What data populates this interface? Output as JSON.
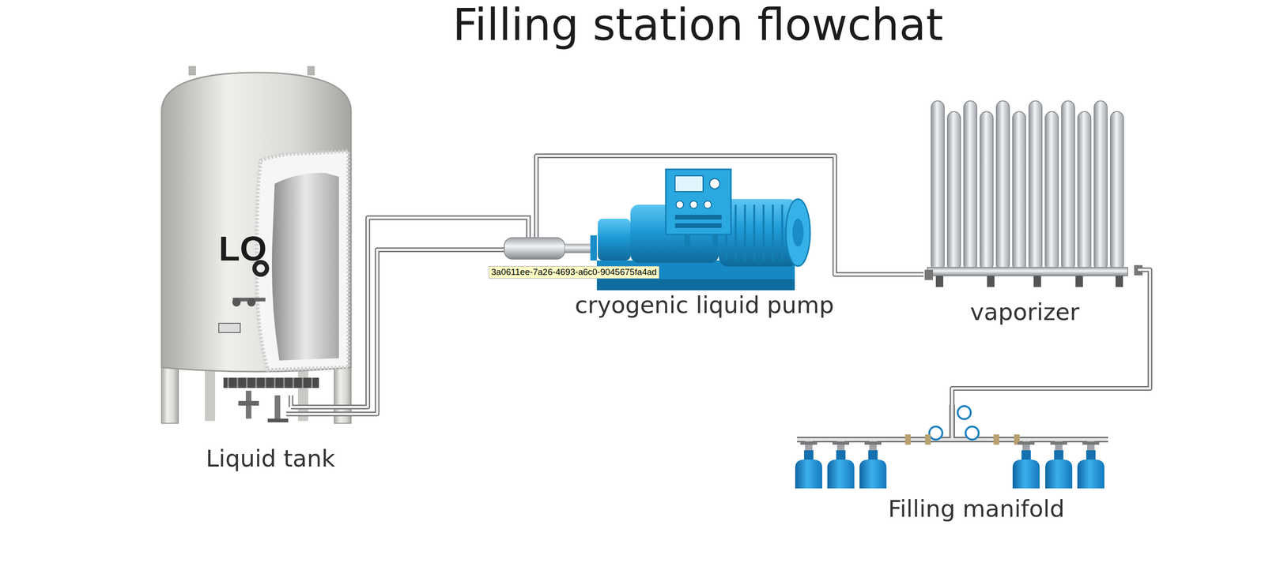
{
  "diagram": {
    "title": "Filling station flowchat",
    "nodes": [
      {
        "text": [
          "LO",
          "Liquid tank"
        ]
      },
      {
        "text": [
          "cryogenic liquid pump"
        ]
      },
      {
        "text": [
          "vaporizer"
        ]
      },
      {
        "text": [
          "Filling manifold"
        ]
      }
    ],
    "edges": [
      {
        "from": 0,
        "to": 1,
        "arrow": "none"
      },
      {
        "from": 0,
        "to": 1,
        "arrow": "none"
      },
      {
        "from": 1,
        "to": 2,
        "arrow": "none"
      },
      {
        "from": 2,
        "to": 3,
        "arrow": "none"
      }
    ],
    "labels": [
      "3a0611ee-7a26-4693-a6c0-9045675fa4ad"
    ]
  }
}
